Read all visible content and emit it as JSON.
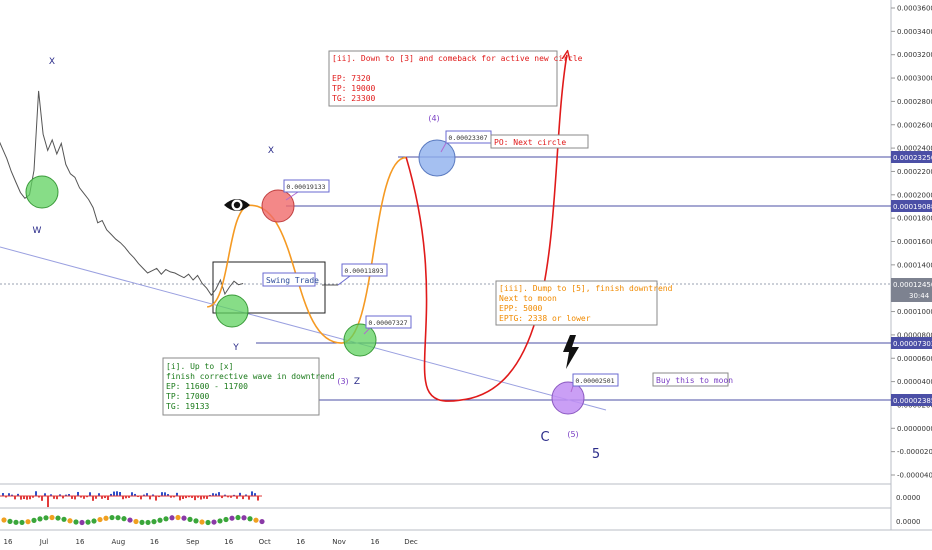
{
  "chart_data": {
    "type": "line",
    "title": "",
    "price_axis": {
      "ticks": [
        "0.00036000",
        "0.00034000",
        "0.00032000",
        "0.00030000",
        "0.00028000",
        "0.00026000",
        "0.00024000",
        "0.00022000",
        "0.00020000",
        "0.00018000",
        "0.00016000",
        "0.00014000",
        "0.00012000",
        "0.00010000",
        "0.00008000",
        "0.00006000",
        "0.00004000",
        "0.00002000",
        "0.00000000",
        "-0.00002000",
        "-0.00004000"
      ],
      "ylim": [
        -4e-05,
        0.00036
      ],
      "current_price": "0.00012450",
      "countdown": "30:44"
    },
    "level_tags": [
      "0.00023250",
      "0.00019088",
      "0.00007303",
      "0.00002385"
    ],
    "time_axis": {
      "labels": [
        "16",
        "Jul",
        "16",
        "Aug",
        "16",
        "Sep",
        "16",
        "Oct",
        "16",
        "Nov",
        "16",
        "Dec"
      ]
    },
    "price_series": {
      "name": "",
      "x_range": [
        "Jun 6",
        "Sep 22"
      ],
      "points": [
        0.00027,
        0.000263,
        0.000256,
        0.000249,
        0.00024,
        0.000231,
        0.00022,
        0.000211,
        0.000202,
        0.000197,
        0.0002,
        0.000221,
        0.000289,
        0.000252,
        0.000238,
        0.000247,
        0.000235,
        0.000244,
        0.000226,
        0.000218,
        0.000215,
        0.000206,
        0.000201,
        0.000196,
        0.000189,
        0.000176,
        0.000178,
        0.00017,
        0.000166,
        0.000162,
        0.000159,
        0.000155,
        0.00015,
        0.000146,
        0.000141,
        0.000137,
        0.000133,
        0.000135,
        0.000137,
        0.000132,
        0.000136,
        0.000134,
        0.000133,
        0.000131,
        0.000129,
        0.000132,
        0.000127,
        0.000131,
        0.000124,
        0.00012,
        0.000114,
        0.000119,
        0.000127,
        0.000115,
        0.000121,
        0.000126,
        0.000123,
        0.000124
      ]
    },
    "projection": {
      "points": [
        {
          "x": "Sep 7",
          "y": 0.000104
        },
        {
          "x": "Sep 25",
          "y": 0.000191
        },
        {
          "x": "Nov 2",
          "y": 7.3e-05
        },
        {
          "x": "Nov 29",
          "y": 0.000232
        },
        {
          "x": "Dec 21",
          "y": 2.4e-05
        },
        {
          "x": "Feb 4",
          "y": 0.00032
        }
      ]
    },
    "price_boxes": [
      "0.00019133",
      "0.00011893",
      "0.00007327",
      "0.00023307",
      "0.00002501"
    ],
    "wave_labels": [
      "X",
      "W",
      "X",
      "Y",
      "(4)",
      "(3)",
      "Z",
      "C",
      "(5)",
      "5"
    ],
    "notes": {
      "i": [
        "[i]. Up to [x]",
        "finish corrective wave in downtrend",
        "EP: 11600 - 11700",
        "TP: 17000",
        "TG: 19133"
      ],
      "ii": [
        "[ii]. Down to [3] and comeback for active new circle",
        "EP: 7320",
        "TP: 19000",
        "TG: 23300"
      ],
      "iii": [
        "[iii]. Dump to [5], finish downtrend",
        "Next to moon",
        "EPP: 5000",
        "EPTG: 2338 or lower"
      ],
      "po": "PO: Next circle",
      "buy": "Buy this to moon",
      "swing": "Swing Trade"
    },
    "indicator_ticks": [
      "0.0000",
      "0.0000"
    ],
    "colors": {
      "up_path": "#f59a23",
      "down_path": "#e01a1a",
      "level_line": "#4b4fa6",
      "trend_line": "#9aa0e0",
      "note_green": "#1a7a1a",
      "note_red": "#e01a1a",
      "note_orange": "#f08a00",
      "wave_blue": "#2b2c8a",
      "wave_purple": "#7a3fc4",
      "circle_green": "#5fd25f",
      "circle_red": "#f06a6a",
      "circle_blue": "#8fb0ee",
      "circle_purple": "#c18ef3"
    },
    "icons": [
      "eye-icon",
      "lightning-icon"
    ]
  }
}
